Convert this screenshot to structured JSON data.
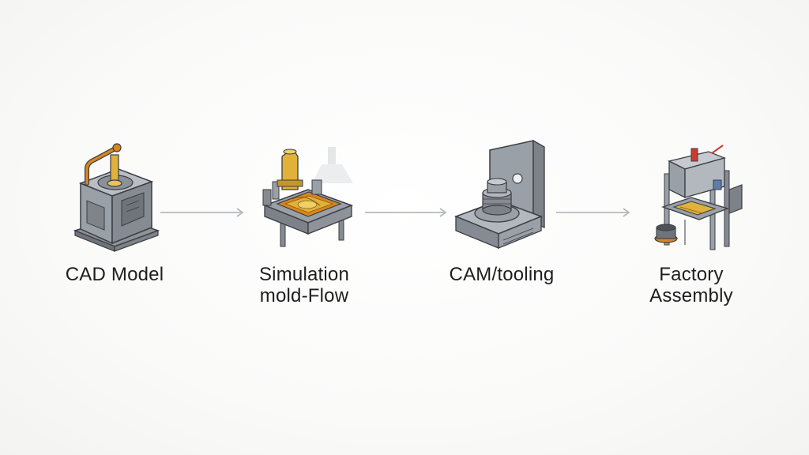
{
  "flow": {
    "stages": [
      {
        "label": "CAD Model",
        "icon": "cad-model-block-icon"
      },
      {
        "label": "Simulation\nmold-Flow",
        "icon": "mold-flow-simulation-icon"
      },
      {
        "label": "CAM/tooling",
        "icon": "cnc-machine-icon"
      },
      {
        "label": "Factory\nAssembly",
        "icon": "assembly-machine-icon"
      }
    ],
    "connector_icon": "right-arrow-icon"
  },
  "colors": {
    "background": "#fbfbfa",
    "metal": "#9aa0a8",
    "outline": "#3a3d42",
    "gold": "#e0b23a",
    "orange": "#d9861f",
    "arrow": "#b7b9bc"
  }
}
